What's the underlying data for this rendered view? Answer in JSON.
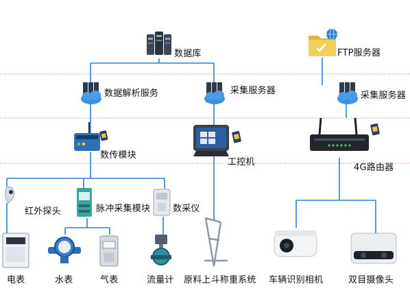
{
  "labels": {
    "database": "数据库",
    "data_parse_service": "数据解析服务",
    "collect_service_left": "采集服务器",
    "ftp_server": "FTP服务器",
    "collect_service_right": "采集服务器",
    "data_module": "数传模块",
    "ipc": "工控机",
    "router_4g": "4G路由器",
    "infrared_probe": "红外探头",
    "pulse_module": "脉冲采集模块",
    "data_collector": "数采仪",
    "electric_meter": "电表",
    "water_meter": "水表",
    "gas_meter": "气表",
    "flow_meter": "流量计",
    "hopper_scale": "原料上斗称重系统",
    "vehicle_camera": "车辆识别相机",
    "binocular_camera": "双目摄像头"
  },
  "colors": {
    "line": "#2b7fd0",
    "divider": "#e27c7c",
    "cloud": "#3a8fdf",
    "server": "#2e3a4a",
    "folder": "#e9c34a"
  },
  "icons": {
    "database": "server-rack-icon",
    "service": "cloud-server-icon",
    "ftp": "folder-globe-icon",
    "module": "modem-icon",
    "ipc": "tablet-icon",
    "router": "router-icon",
    "sim": "sim-card-icon"
  }
}
